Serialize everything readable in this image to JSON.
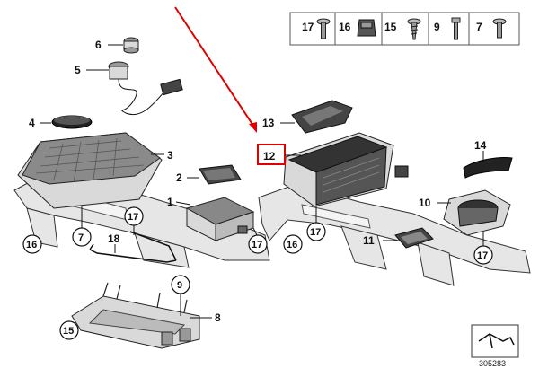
{
  "diagram": {
    "reference_number": "305283",
    "highlight_color": "#e00000",
    "hardware_row": [
      {
        "label": "17",
        "icon": "screw-icon"
      },
      {
        "label": "16",
        "icon": "clip-icon"
      },
      {
        "label": "15",
        "icon": "tapping-screw-icon"
      },
      {
        "label": "9",
        "icon": "bolt-icon"
      },
      {
        "label": "7",
        "icon": "screw-icon"
      }
    ],
    "labels": {
      "p1": "1",
      "p2": "2",
      "p3": "3",
      "p4": "4",
      "p5": "5",
      "p6": "6",
      "p8": "8",
      "p10": "10",
      "p11": "11",
      "p12": "12",
      "p13": "13",
      "p14": "14",
      "p18": "18"
    },
    "circled": {
      "c7": "7",
      "c9": "9",
      "c15": "15",
      "c16a": "16",
      "c16b": "16",
      "c17a": "17",
      "c17b": "17",
      "c17c": "17",
      "c17d": "17"
    }
  }
}
